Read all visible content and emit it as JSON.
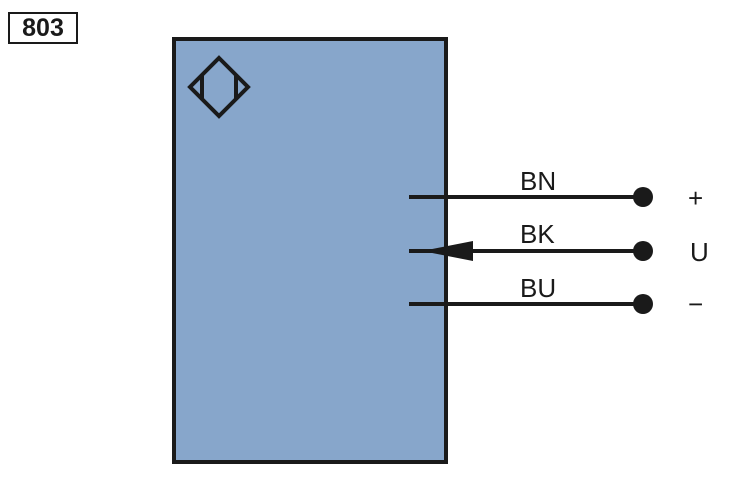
{
  "code_label": "803",
  "body_color": "#87a6cb",
  "wires": [
    {
      "color_code": "BN",
      "terminal": "+"
    },
    {
      "color_code": "BK",
      "terminal": "U"
    },
    {
      "color_code": "BU",
      "terminal": "−"
    }
  ]
}
